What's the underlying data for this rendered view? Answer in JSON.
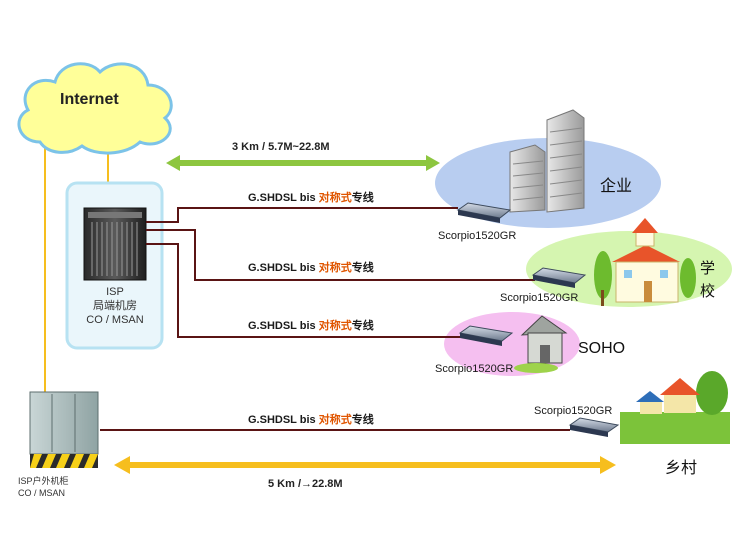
{
  "internet_label": "Internet",
  "distance_top": "3 Km  /  5.7M~22.8M",
  "distance_bottom": "5 Km  /→22.8M",
  "link": {
    "prefix": "G.SHDSL bis ",
    "highlight": "对称式",
    "suffix": "专线"
  },
  "co": {
    "line1": "ISP",
    "line2": "局端机房",
    "line3": "CO / MSAN"
  },
  "outdoor": {
    "line1": "ISP户外机柜",
    "line2": "CO / MSAN"
  },
  "device": "Scorpio1520GR",
  "sites": {
    "enterprise": "企业",
    "school_1": "学",
    "school_2": "校",
    "soho": "SOHO",
    "village": "乡村"
  },
  "colors": {
    "line": "#5a1414",
    "green_arrow": "#8dc63f",
    "orange_arrow": "#f6be1e",
    "cloud": "#ffff99",
    "enterprise_oval": "#b8cdf0",
    "school_oval": "#d5f5b0",
    "soho_oval": "#f5bff0"
  }
}
